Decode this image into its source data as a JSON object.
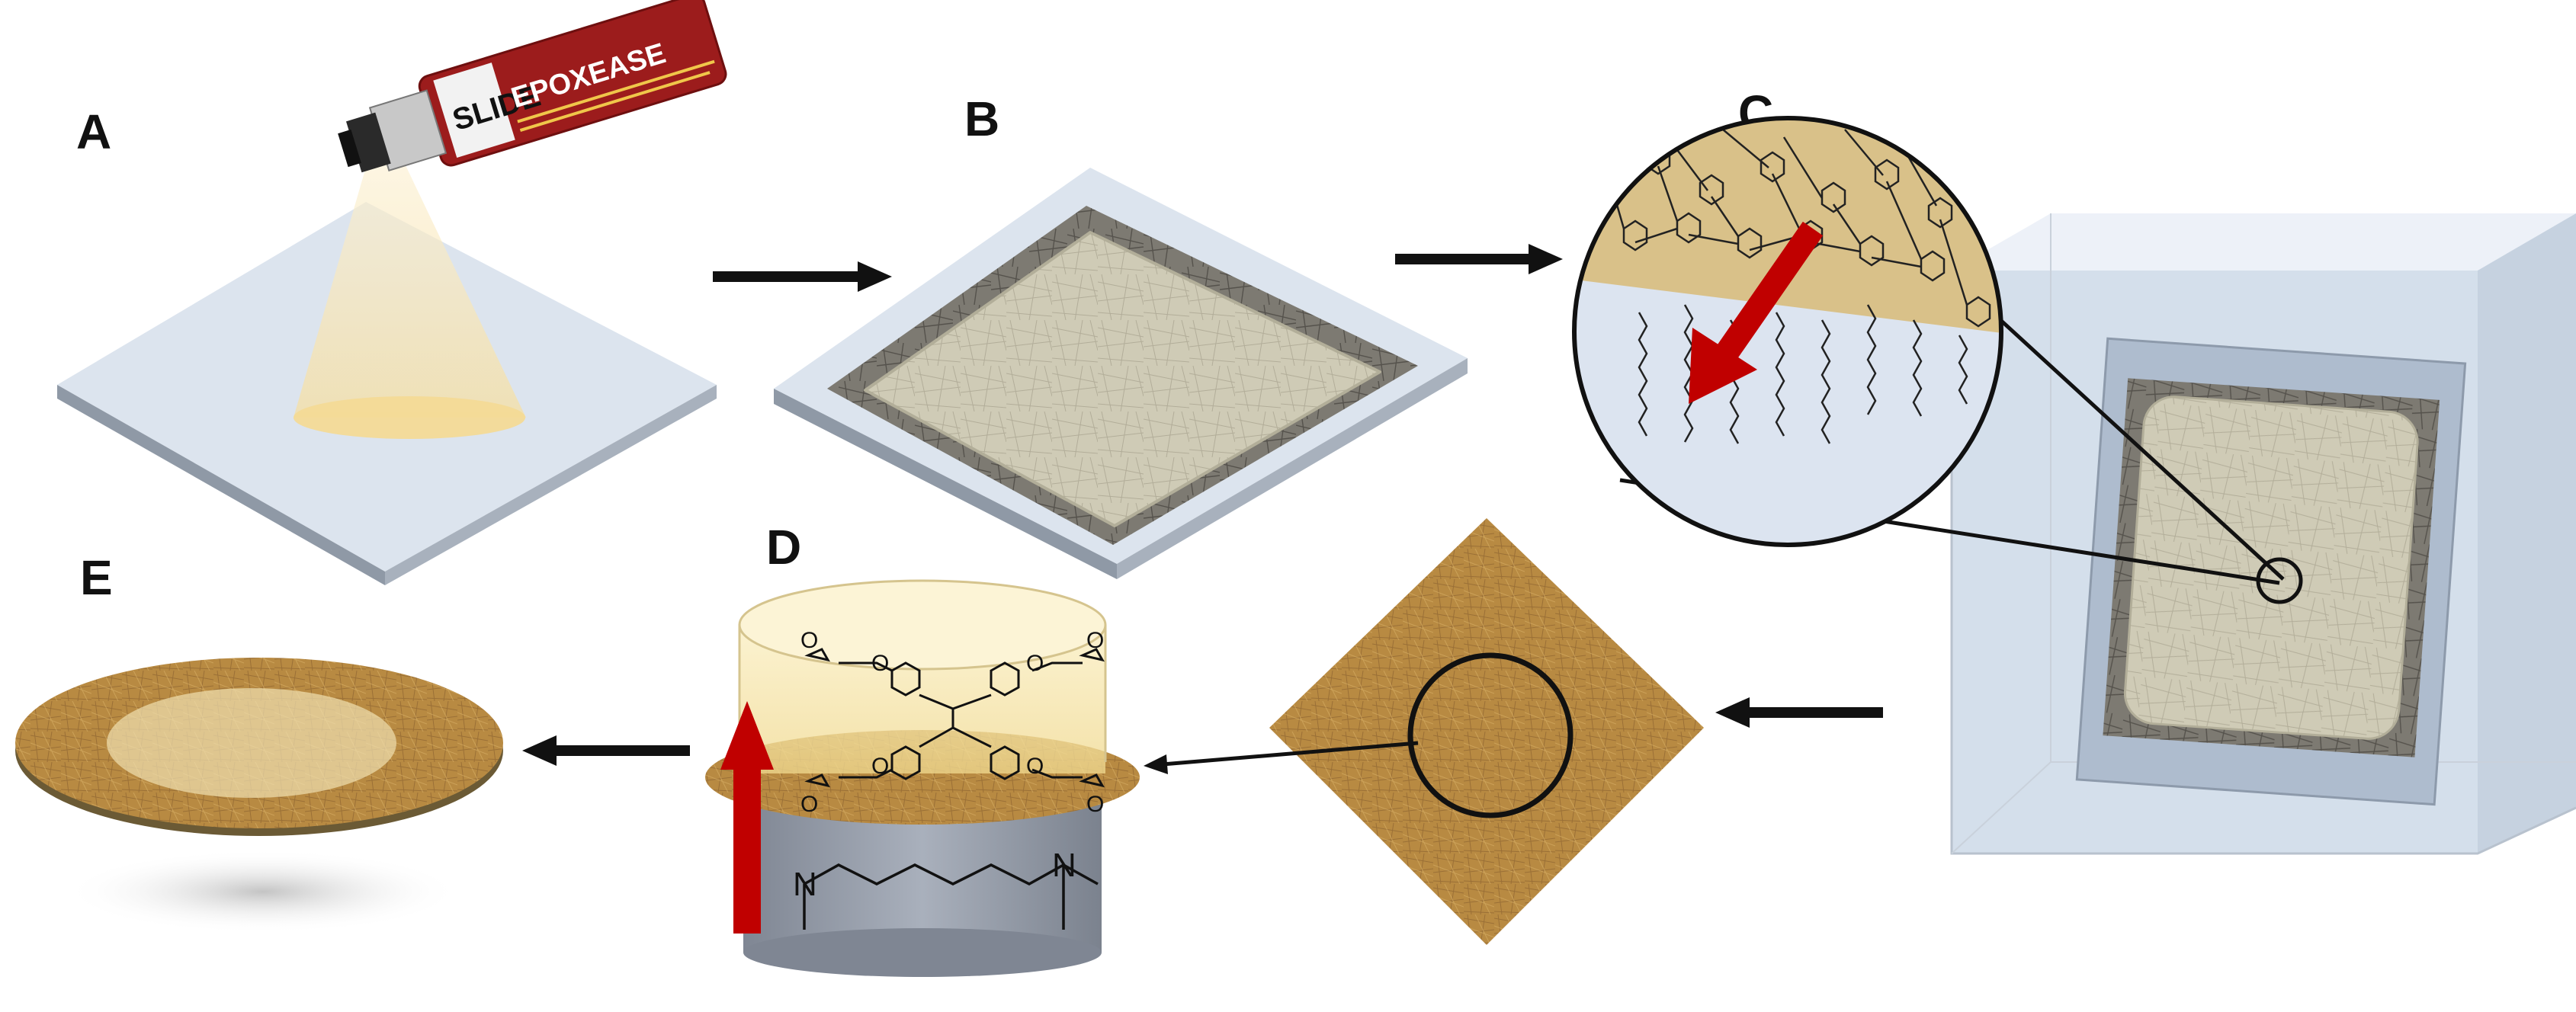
{
  "panels": {
    "a": "A",
    "b": "B",
    "c": "C",
    "d": "D",
    "e": "E"
  },
  "spray_can": {
    "brand": "SLIDE",
    "product": "EPOXEASE"
  },
  "chemistry": {
    "oxygen": "O",
    "nitrogen": "N"
  },
  "colors": {
    "glass": "#dde5ef",
    "glass_edge": "#8b95a3",
    "fiber_mat": "#c9c5b0",
    "resin": "#c9a44a",
    "composite": "#b98a3a",
    "arrow": "#111111",
    "red_arrow": "#c00000",
    "can_red": "#9c1c1c",
    "bath": "#c4d2e2"
  },
  "icons": [
    "spray-can-icon",
    "process-arrow-icon",
    "red-direction-arrow-icon",
    "magnifier-circle-icon"
  ]
}
